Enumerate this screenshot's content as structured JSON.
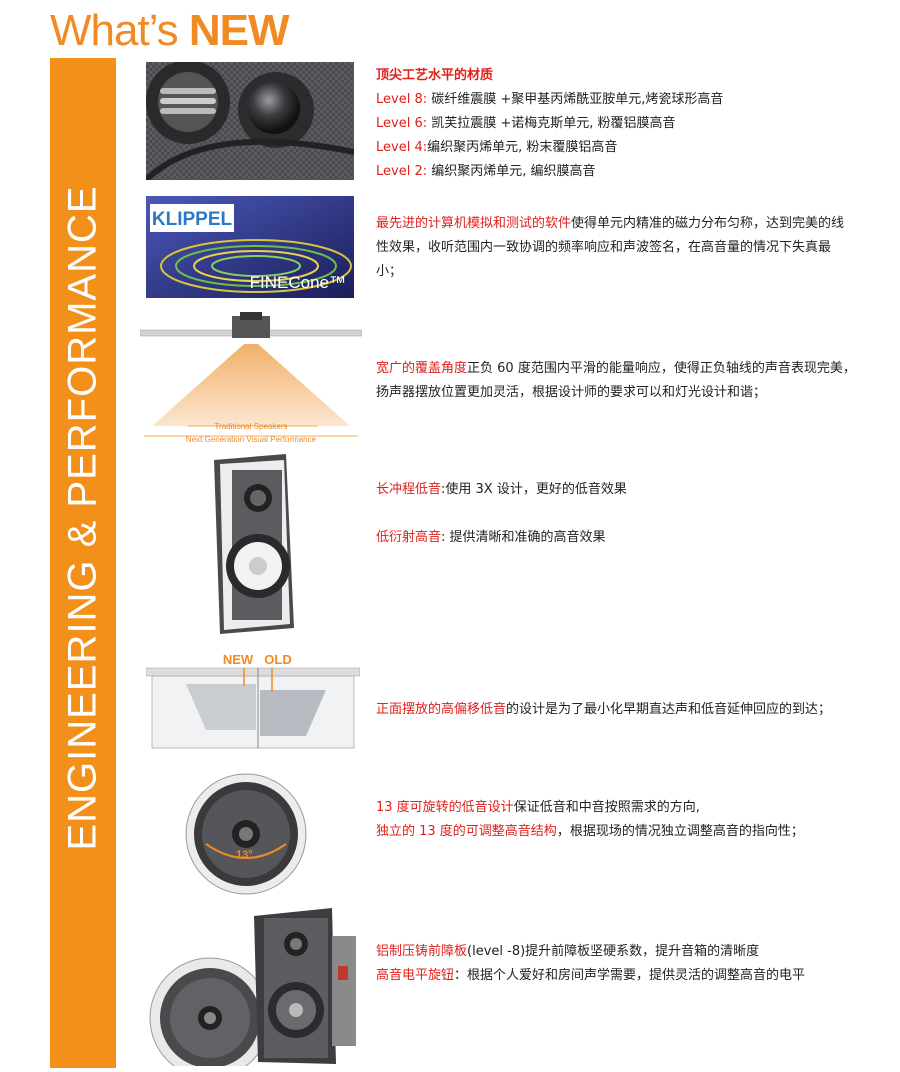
{
  "header": {
    "title_prefix": "What’s ",
    "title_bold": "NEW"
  },
  "side_banner": {
    "text": "ENGINEERING & PERFORMANCE"
  },
  "sections": {
    "materials": {
      "heading": "顶尖工艺水平的材质",
      "lines": [
        {
          "level": "Level 8:",
          "text": " 碳纤维震膜 +聚甲基丙烯酰亚胺单元,烤瓷球形高音"
        },
        {
          "level": "Level 6:",
          "text": " 凯芙拉震膜 +诺梅克斯单元, 粉覆铝膜高音"
        },
        {
          "level": "Level 4:",
          "text": "编织聚丙烯单元, 粉末覆膜铝高音"
        },
        {
          "level": "Level 2:",
          "text": " 编织聚丙烯单元, 编织膜高音"
        }
      ]
    },
    "software": {
      "highlight": "最先进的计算机模拟和测试的软件",
      "text": "使得单元内精准的磁力分布匀称，达到完美的线性效果，收听范围内一致协调的频率响应和声波签名，在高音量的情况下失真最小；",
      "image_labels": {
        "brand": "KLIPPEL",
        "product": "FINECone™"
      }
    },
    "coverage": {
      "highlight": "宽广的覆盖角度",
      "text": "正负 60 度范围内平滑的能量响应，使得正负轴线的声音表现完美，扬声器摆放位置更加灵活，根据设计师的要求可以和灯光设计和谐；",
      "image_labels": {
        "inner": "Traditional Speakers",
        "outer": "Next Generation Visual Performance"
      }
    },
    "woofer": {
      "highlight": "长冲程低音",
      "text": ":使用 3X 设计，更好的低音效果"
    },
    "tweeter": {
      "highlight": "低衍射高音",
      "text": ": 提供清晰和准确的高音效果"
    },
    "offset": {
      "highlight": "正面摆放的高偏移低音",
      "text": "的设计是为了最小化早期直达声和低音延伸回应的到达；",
      "image_labels": {
        "new": "NEW",
        "old": "OLD"
      }
    },
    "pivot": {
      "line1_highlight": "13 度可旋转的低音设计",
      "line1_text": "保证低音和中音按照需求的方向,",
      "line2_highlight": "独立的 13 度的可调整高音结构",
      "line2_text": "，根据现场的情况独立调整高音的指向性；",
      "image_label": "13°"
    },
    "baffle": {
      "line1_highlight": "铝制压铸前障板",
      "line1_text": "(level -8)提升前障板坚硬系数，提升音箱的清晰度",
      "line2_highlight": "高音电平旋钮",
      "line2_text": "：根据个人爱好和房间声学需要，提供灵活的调整高音的电平"
    }
  },
  "colors": {
    "accent_orange": "#f39019",
    "title_orange": "#f08a24",
    "highlight_red": "#e0201a"
  }
}
